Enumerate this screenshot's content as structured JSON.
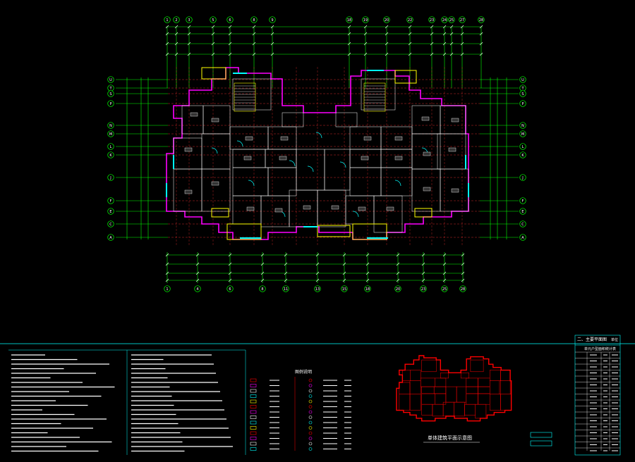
{
  "colors": {
    "background": "#000000",
    "axis": "#00ff00",
    "grid_center": "#ff3030",
    "wall": "#ff00ff",
    "wall_inner": "#ffffff",
    "window": "#00ffff",
    "balcony": "#ffff00",
    "door": "#00ffff",
    "key_plan": "#ff0000",
    "table_line": "#00ffff",
    "notes_text": "#ffffff"
  },
  "plan": {
    "top_axis_labels": [
      "1",
      "2",
      "3",
      "5",
      "6",
      "8",
      "9",
      "18",
      "19",
      "20",
      "22",
      "23",
      "24",
      "25",
      "27",
      "28"
    ],
    "bottom_axis_labels": [
      "1",
      "4",
      "6",
      "8",
      "11",
      "13",
      "15",
      "18",
      "20",
      "23",
      "25",
      "28"
    ],
    "left_axis_labels": [
      "U",
      "T",
      "S",
      "P",
      "N",
      "M",
      "L",
      "K",
      "J",
      "F",
      "E",
      "C",
      "A"
    ],
    "right_axis_labels": [
      "U",
      "T",
      "S",
      "P",
      "N",
      "M",
      "L",
      "K",
      "J",
      "F",
      "E",
      "C",
      "A"
    ]
  },
  "legend": {
    "title": "图例说明"
  },
  "key_plan": {
    "title": "单体建筑平面示意图"
  },
  "schedule": {
    "title": "二、主要平面图",
    "unit": "单位",
    "header": "单元户型面积统计表"
  },
  "icons": [
    "axis-bubble-icon",
    "north-arrow-icon",
    "legend-symbol-icon"
  ]
}
